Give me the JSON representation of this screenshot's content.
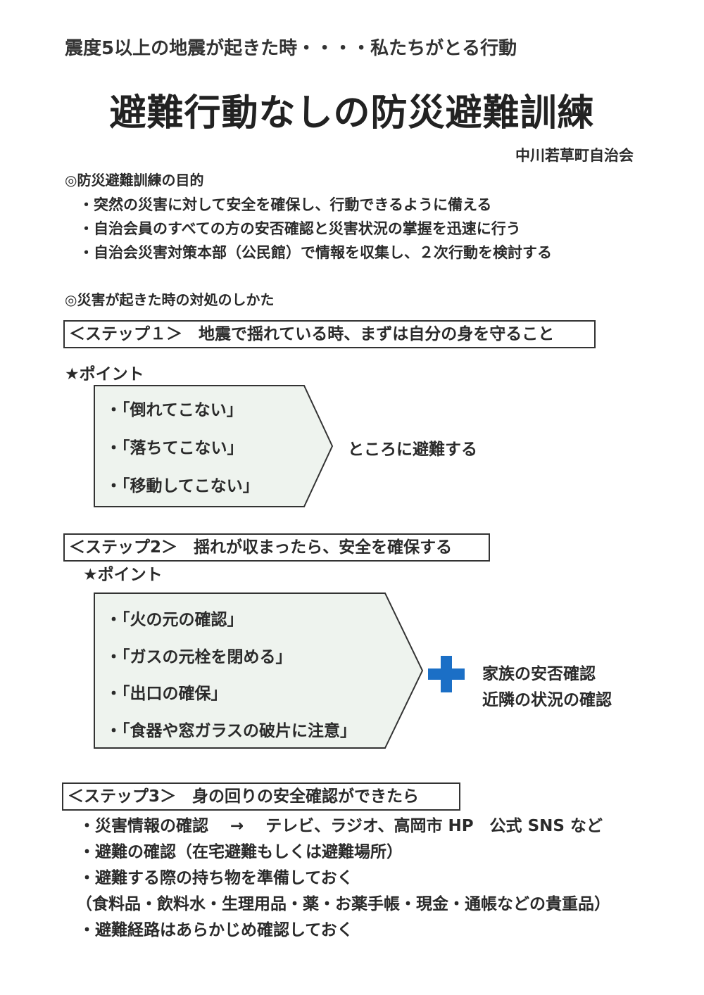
{
  "header": {
    "subtitle": "震度5以上の地震が起きた時・・・・私たちがとる行動",
    "title": "避難行動なしの防災避難訓練",
    "organization": "中川若草町自治会"
  },
  "purpose": {
    "heading": "◎防災避難訓練の目的",
    "items": [
      "・突然の災害に対して安全を確保し、行動できるように備える",
      "・自治会員のすべての方の安否確認と災害状況の掌握を迅速に行う",
      "・自治会災害対策本部（公民館）で情報を収集し、２次行動を検討する"
    ]
  },
  "response": {
    "heading": "◎災害が起きた時の対処のしかた"
  },
  "step1": {
    "label": "＜ステップ１＞　地震で揺れている時、まずは自分の身を守ること",
    "point": "★ポイント",
    "items": [
      "・「倒れてこない」",
      "・「落ちてこない」",
      "・「移動してこない」"
    ],
    "result": "ところに避難する"
  },
  "step2": {
    "label": "＜ステップ2＞　揺れが収まったら、安全を確保する",
    "point": "★ポイント",
    "items": [
      "・「火の元の確認」",
      "・「ガスの元栓を閉める」",
      "・「出口の確保」",
      "・「食器や窓ガラスの破片に注意」"
    ],
    "result": [
      "家族の安否確認",
      "近隣の状況の確認"
    ],
    "icon": "plus-icon",
    "accent": "#1b6fc6"
  },
  "step3": {
    "label": "＜ステップ3＞　身の回りの安全確認ができたら",
    "items": [
      "・災害情報の確認　 →　 テレビ、ラジオ、高岡市 HP　公式 SNS など",
      "・避難の確認（在宅避難もしくは避難場所）",
      "・避難する際の持ち物を準備しておく",
      "（食料品・飲料水・生理用品・薬・お薬手帳・現金・通帳などの貴重品）",
      "・避難経路はあらかじめ確認しておく"
    ]
  }
}
